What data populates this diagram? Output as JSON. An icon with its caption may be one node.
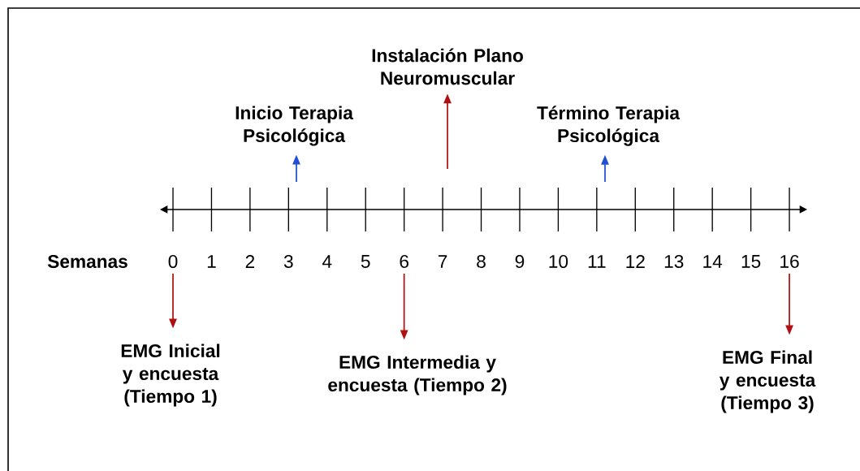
{
  "diagram": {
    "nodes": [
      {
        "text": [
          "Instalación Plano Neuromuscular"
        ]
      },
      {
        "text": [
          "Inicio Terapia Psicológica"
        ]
      },
      {
        "text": [
          "Término Terapia Psicológica"
        ]
      },
      {
        "text": [
          "0"
        ]
      },
      {
        "text": [
          "1"
        ]
      },
      {
        "text": [
          "2"
        ]
      },
      {
        "text": [
          "3"
        ]
      },
      {
        "text": [
          "4"
        ]
      },
      {
        "text": [
          "5"
        ]
      },
      {
        "text": [
          "6"
        ]
      },
      {
        "text": [
          "7"
        ]
      },
      {
        "text": [
          "8"
        ]
      },
      {
        "text": [
          "9"
        ]
      },
      {
        "text": [
          "10"
        ]
      },
      {
        "text": [
          "11"
        ]
      },
      {
        "text": [
          "12"
        ]
      },
      {
        "text": [
          "13"
        ]
      },
      {
        "text": [
          "14"
        ]
      },
      {
        "text": [
          "15"
        ]
      },
      {
        "text": [
          "16"
        ]
      },
      {
        "text": [
          "EMG Inicial y encuesta (Tiempo 1)"
        ]
      },
      {
        "text": [
          "EMG Intermedia y encuesta (Tiempo 2)"
        ]
      },
      {
        "text": [
          "EMG Final y encuesta (Tiempo 3)"
        ]
      }
    ],
    "edges": [
      {
        "from": null,
        "to": 0,
        "arrow": "to"
      },
      {
        "from": null,
        "to": 1,
        "arrow": "to",
        "color": "#1f4fd6"
      },
      {
        "from": null,
        "to": 2,
        "arrow": "to",
        "color": "#1f4fd6"
      },
      {
        "from": 3,
        "to": 20,
        "arrow": "to"
      },
      {
        "from": 9,
        "to": 21,
        "arrow": "to"
      },
      {
        "from": 19,
        "to": 22,
        "arrow": "to"
      }
    ],
    "labels": [
      "Semanas"
    ]
  }
}
